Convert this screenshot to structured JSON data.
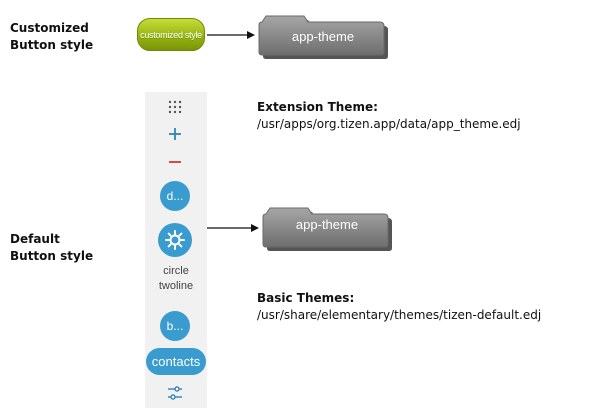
{
  "left_labels": {
    "customized_line1": "Customized",
    "customized_line2": "Button style",
    "default_line1": "Default",
    "default_line2": "Button style"
  },
  "customized_button": {
    "label": "customized style"
  },
  "folders": [
    {
      "label": "app-theme"
    },
    {
      "label": "app-theme"
    }
  ],
  "extension_theme": {
    "title": "Extension Theme:",
    "path": "/usr/apps/org.tizen.app/data/app_theme.edj"
  },
  "basic_themes": {
    "title": "Basic Themes:",
    "path": "/usr/share/elementary/themes/tizen-default.edj"
  },
  "default_buttons": {
    "button_d": "d...",
    "circle_label_line1": "circle",
    "circle_label_line2": "twoline",
    "button_b": "b...",
    "contacts": "contacts"
  },
  "colors": {
    "custom_button": "#93b10e",
    "folder": "#8a8a8a",
    "default_button": "#3a9bcf",
    "plus_icon": "#2f86b8",
    "minus_icon": "#d43a32",
    "column_bg": "#f1f1f1"
  },
  "icons": [
    "grid-icon",
    "plus-icon",
    "minus-icon",
    "gear-icon",
    "sliders-icon"
  ]
}
